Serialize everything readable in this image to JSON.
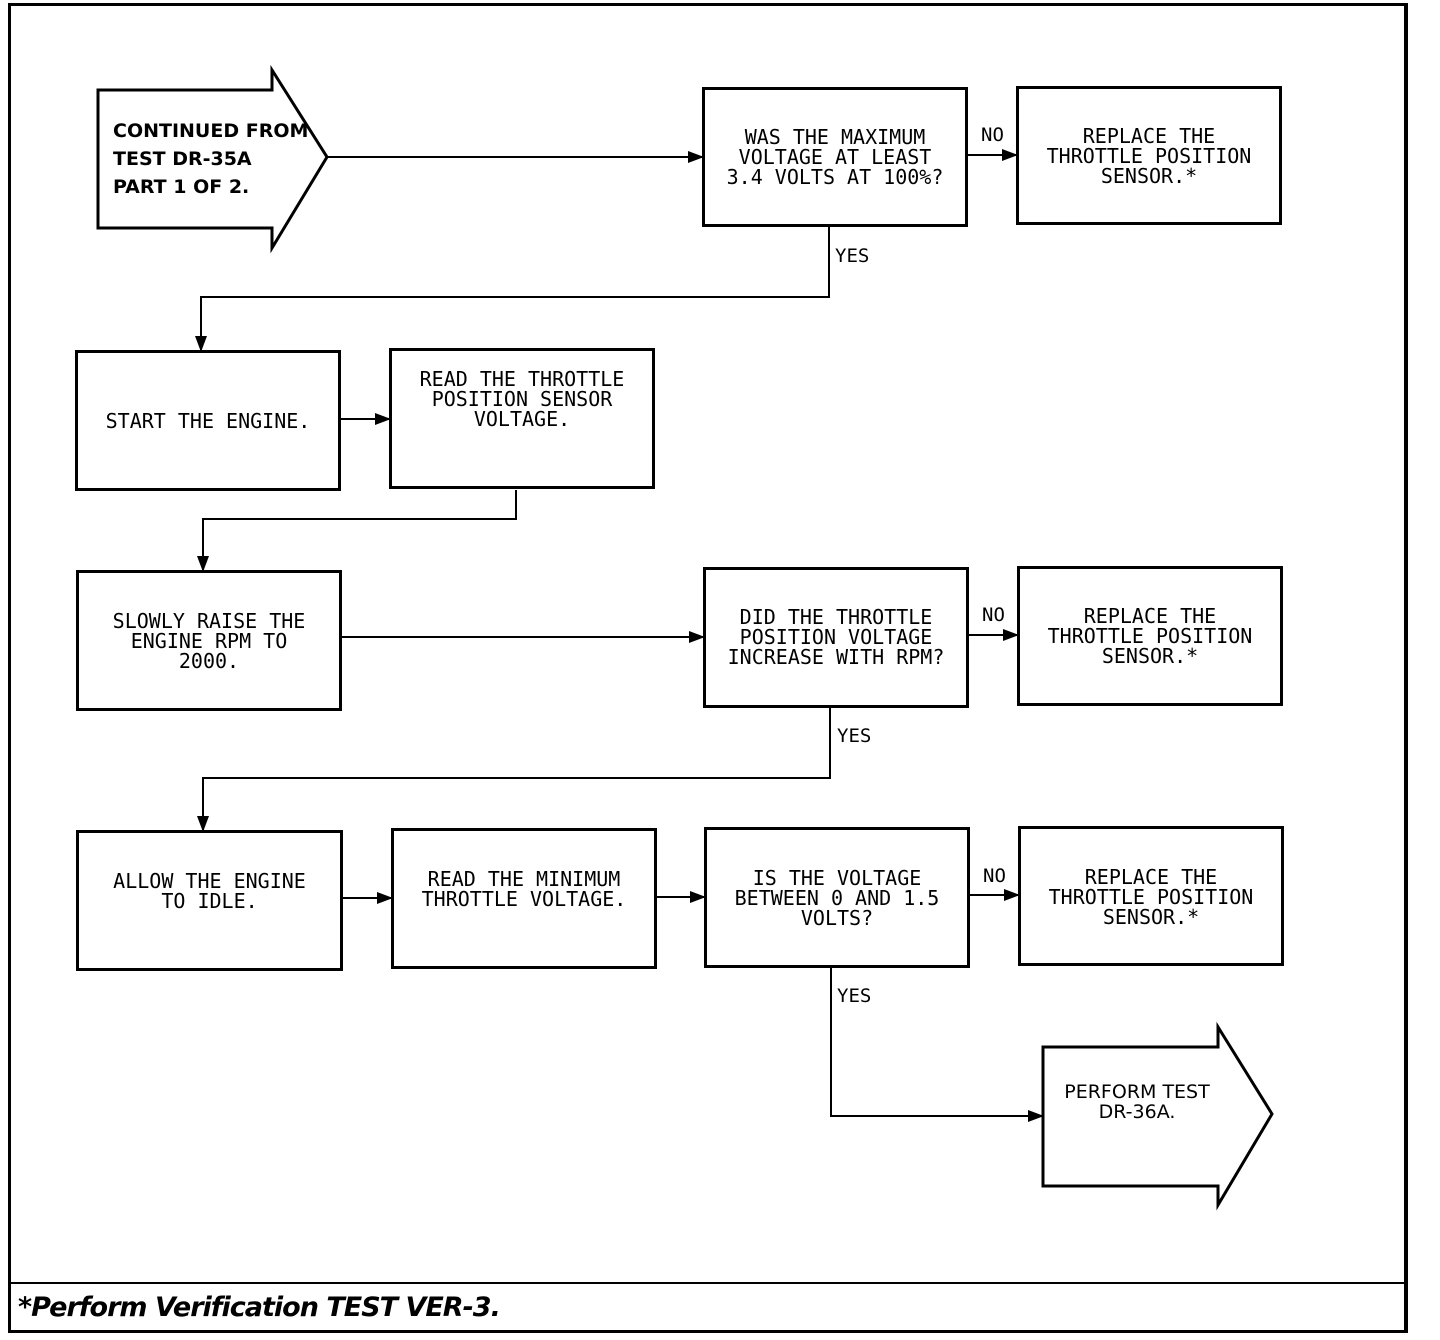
{
  "start": {
    "text": "CONTINUED FROM\nTEST DR-35A\nPART 1 OF 2."
  },
  "end": {
    "text": "PERFORM TEST\nDR-36A."
  },
  "steps": {
    "q1": "WAS THE MAXIMUM\nVOLTAGE AT LEAST\n3.4 VOLTS AT 100%?",
    "r1": "REPLACE THE\nTHROTTLE POSITION\nSENSOR.*",
    "s1": "START THE ENGINE.",
    "s2": "READ THE THROTTLE\nPOSITION SENSOR\nVOLTAGE.",
    "s3": "SLOWLY RAISE THE\nENGINE RPM TO\n2000.",
    "q2": "DID THE THROTTLE\nPOSITION VOLTAGE\nINCREASE WITH RPM?",
    "r2": "REPLACE THE\nTHROTTLE POSITION\nSENSOR.*",
    "s4": "ALLOW THE ENGINE\nTO IDLE.",
    "s5": "READ THE MINIMUM\nTHROTTLE VOLTAGE.",
    "q3": "IS THE VOLTAGE\nBETWEEN 0 AND 1.5\nVOLTS?",
    "r3": "REPLACE THE\nTHROTTLE POSITION\nSENSOR.*"
  },
  "labels": {
    "no": "NO",
    "yes": "YES"
  },
  "footer": {
    "note": "*Perform Verification TEST VER-3."
  }
}
